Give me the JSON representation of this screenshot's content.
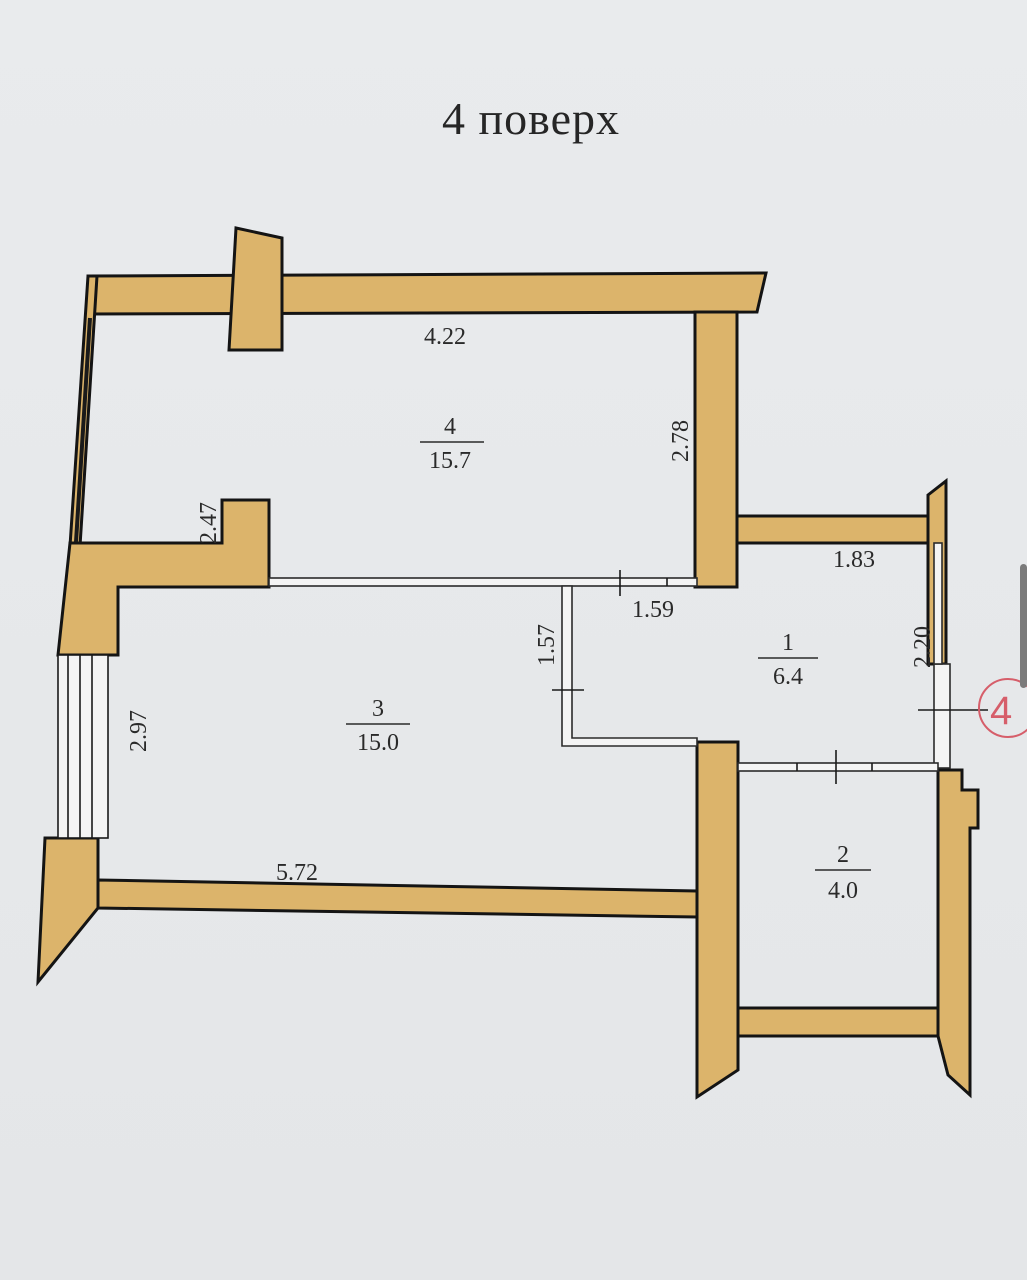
{
  "title": "4 поверх",
  "rooms": [
    {
      "number": "4",
      "area": "15.7"
    },
    {
      "number": "3",
      "area": "15.0"
    },
    {
      "number": "1",
      "area": "6.4"
    },
    {
      "number": "2",
      "area": "4.0"
    }
  ],
  "dimensions": {
    "d422": "4.22",
    "d278": "2.78",
    "d247": "2.47",
    "d183": "1.83",
    "d159": "1.59",
    "d157": "1.57",
    "d220": "2.20",
    "d297": "2.97",
    "d572": "5.72"
  },
  "marker": "4",
  "colors": {
    "wall": "#dcb46b",
    "marker": "#d65e6a",
    "background": "#e6e8ea"
  }
}
